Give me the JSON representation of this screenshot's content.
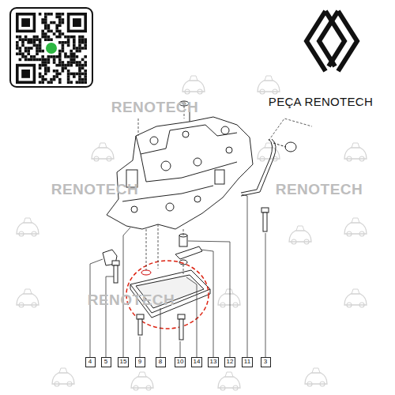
{
  "diagram": {
    "nodes": [
      {
        "text": [
          "4"
        ]
      },
      {
        "text": [
          "5"
        ]
      },
      {
        "text": [
          "15"
        ]
      },
      {
        "text": [
          "9"
        ]
      },
      {
        "text": [
          "8"
        ]
      },
      {
        "text": [
          "10"
        ]
      },
      {
        "text": [
          "14"
        ]
      },
      {
        "text": [
          "13"
        ]
      },
      {
        "text": [
          "12"
        ]
      },
      {
        "text": [
          "11"
        ]
      },
      {
        "text": [
          "3"
        ]
      }
    ],
    "labels": [
      "PEÇA RENOTECH",
      "RENOTECH",
      "RENOTECH",
      "RENOTECH",
      "RENOTECH"
    ]
  }
}
